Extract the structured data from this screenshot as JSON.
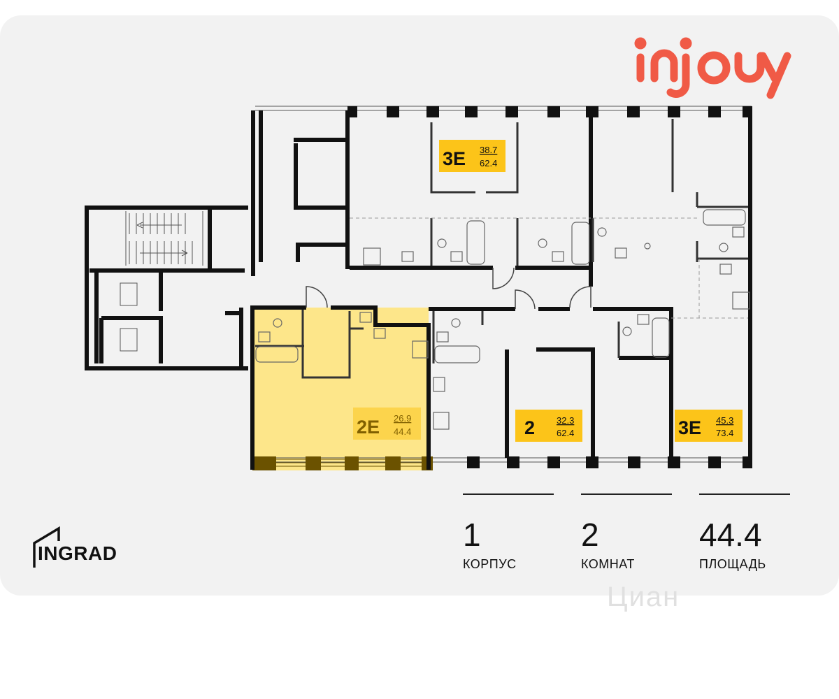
{
  "brand": {
    "developer": "INGRAD",
    "watermark": "Циан",
    "colors": {
      "logo": "#f05a46",
      "highlight": "#fde68a",
      "tag": "#fcc419",
      "tag_dark": "#806000"
    }
  },
  "units": [
    {
      "type": "3E",
      "living_area": "38.7",
      "total_area": "62.4"
    },
    {
      "type": "2E",
      "living_area": "26.9",
      "total_area": "44.4"
    },
    {
      "type": "2",
      "living_area": "32.3",
      "total_area": "62.4"
    },
    {
      "type": "3E",
      "living_area": "45.3",
      "total_area": "73.4"
    }
  ],
  "stats": [
    {
      "value": "1",
      "label": "КОРПУС"
    },
    {
      "value": "2",
      "label": "КОМНАТ"
    },
    {
      "value": "44.4",
      "label": "ПЛОЩАДЬ"
    }
  ]
}
